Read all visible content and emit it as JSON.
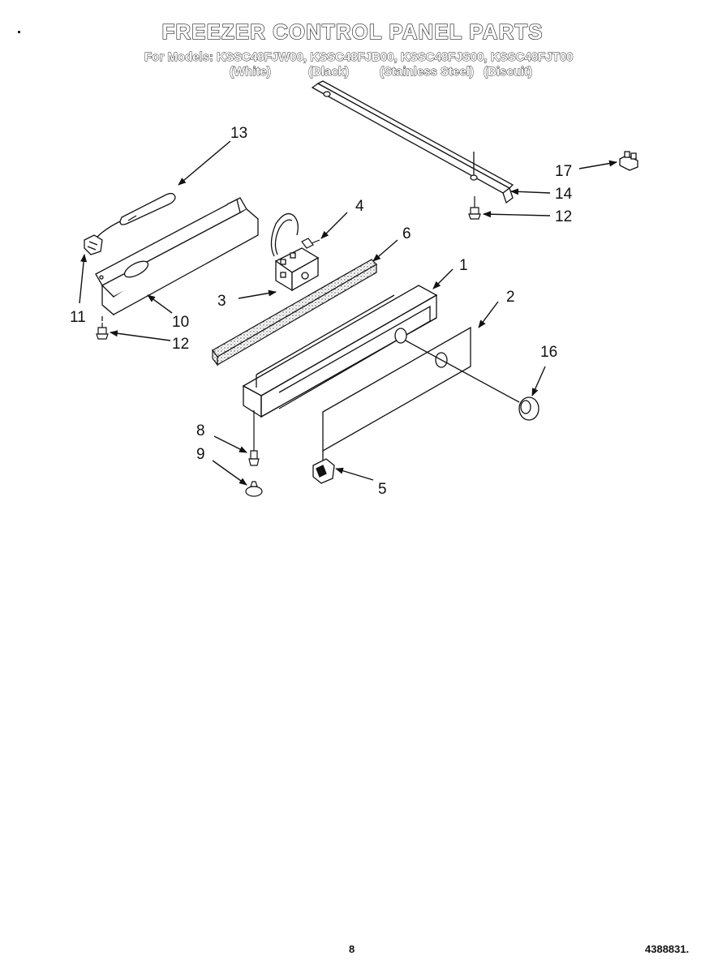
{
  "header": {
    "title": "FREEZER CONTROL PANEL PARTS",
    "models_line": "For Models: KSSC48FJW00, KSSC48FJB00, KSSC48FJS00, KSSC48FJT00",
    "finishes": [
      "(White)",
      "(Black)",
      "(Stainless Steel)",
      "(Biscuit)"
    ]
  },
  "callouts": [
    "13",
    "4",
    "6",
    "1",
    "17",
    "14",
    "12",
    "11",
    "10",
    "12",
    "3",
    "2",
    "16",
    "8",
    "9",
    "5"
  ],
  "footer": {
    "page_number": "8",
    "doc_code": "4388831."
  }
}
